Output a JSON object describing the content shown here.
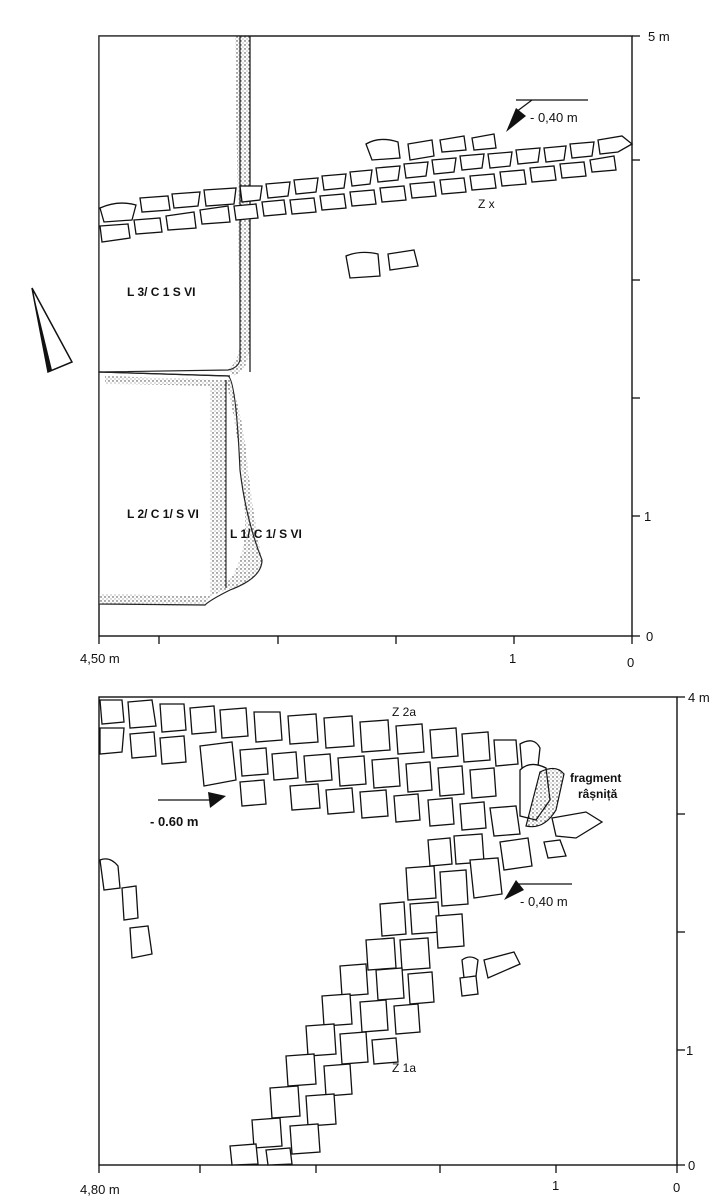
{
  "plan_top": {
    "axis_right": {
      "top": "5 m",
      "mid": "1",
      "bottom": "0"
    },
    "axis_bottom": {
      "left": "4,50 m",
      "mid": "1",
      "right": "0"
    },
    "level_label": "- 0,40 m",
    "wall_label": "Z x",
    "units": [
      "L 3/ C 1 S VI",
      "L 2/ C 1/ S VI",
      "L 1/ C 1/ S VI"
    ]
  },
  "plan_bottom": {
    "axis_right": {
      "top": "4 m",
      "mid": "1",
      "bottom": "0"
    },
    "axis_bottom": {
      "left": "4,80 m",
      "mid": "1",
      "right": "0"
    },
    "level_left": "- 0.60 m",
    "level_right": "- 0,40 m",
    "wall_top_label": "Z 2a",
    "wall_diag_label": "Z 1a",
    "find_label_1": "fragment",
    "find_label_2": "râșniță"
  },
  "north_arrow_icon": "north-arrow-icon"
}
